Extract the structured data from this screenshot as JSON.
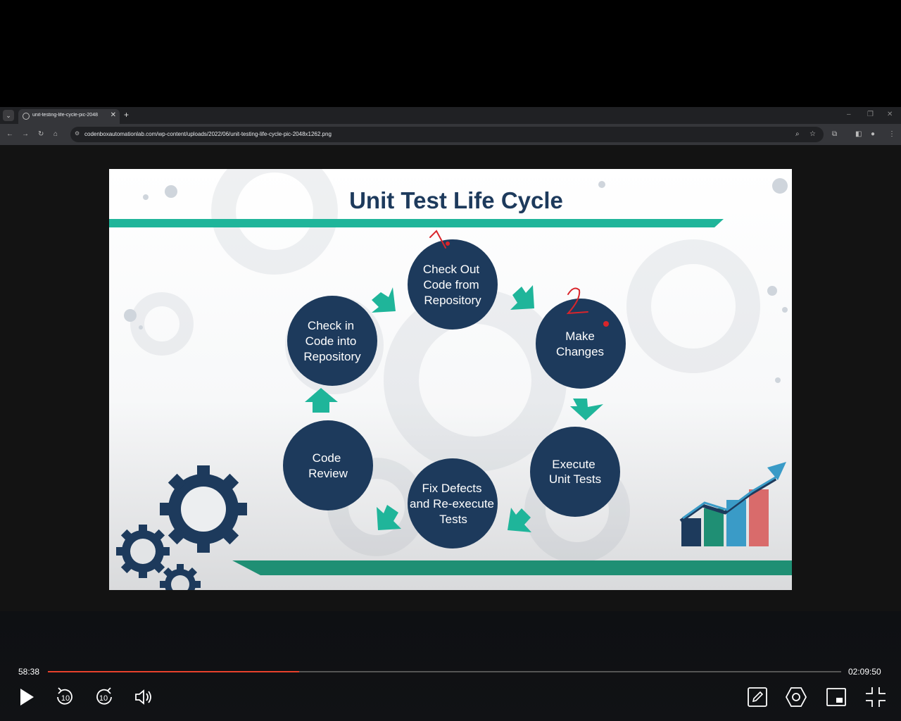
{
  "browser": {
    "tab_title": "unit-testing-life-cycle-pic-2048",
    "url": "codenboxautomationlab.com/wp-content/uploads/2022/06/unit-testing-life-cycle-pic-2048x1262.png"
  },
  "slide": {
    "title": "Unit Test Life Cycle",
    "steps": [
      {
        "l1": "Check Out",
        "l2": "Code from",
        "l3": "Repository"
      },
      {
        "l1": "Make",
        "l2": "Changes",
        "l3": ""
      },
      {
        "l1": "Execute",
        "l2": "Unit Tests",
        "l3": ""
      },
      {
        "l1": "Fix Defects",
        "l2": "and Re-execute",
        "l3": "Tests"
      },
      {
        "l1": "Code",
        "l2": "Review",
        "l3": ""
      },
      {
        "l1": "Check in",
        "l2": "Code into",
        "l3": "Repository"
      }
    ],
    "annotations": [
      "1",
      "2"
    ]
  },
  "player": {
    "current_time": "58:38",
    "total_time": "02:09:50",
    "progress": 0.317,
    "skip_back_label": "10",
    "skip_forward_label": "10"
  },
  "colors": {
    "circle": "#1d3a5c",
    "accent": "#1fb59a",
    "progress": "#e8412c",
    "annotation": "#d9252b"
  }
}
